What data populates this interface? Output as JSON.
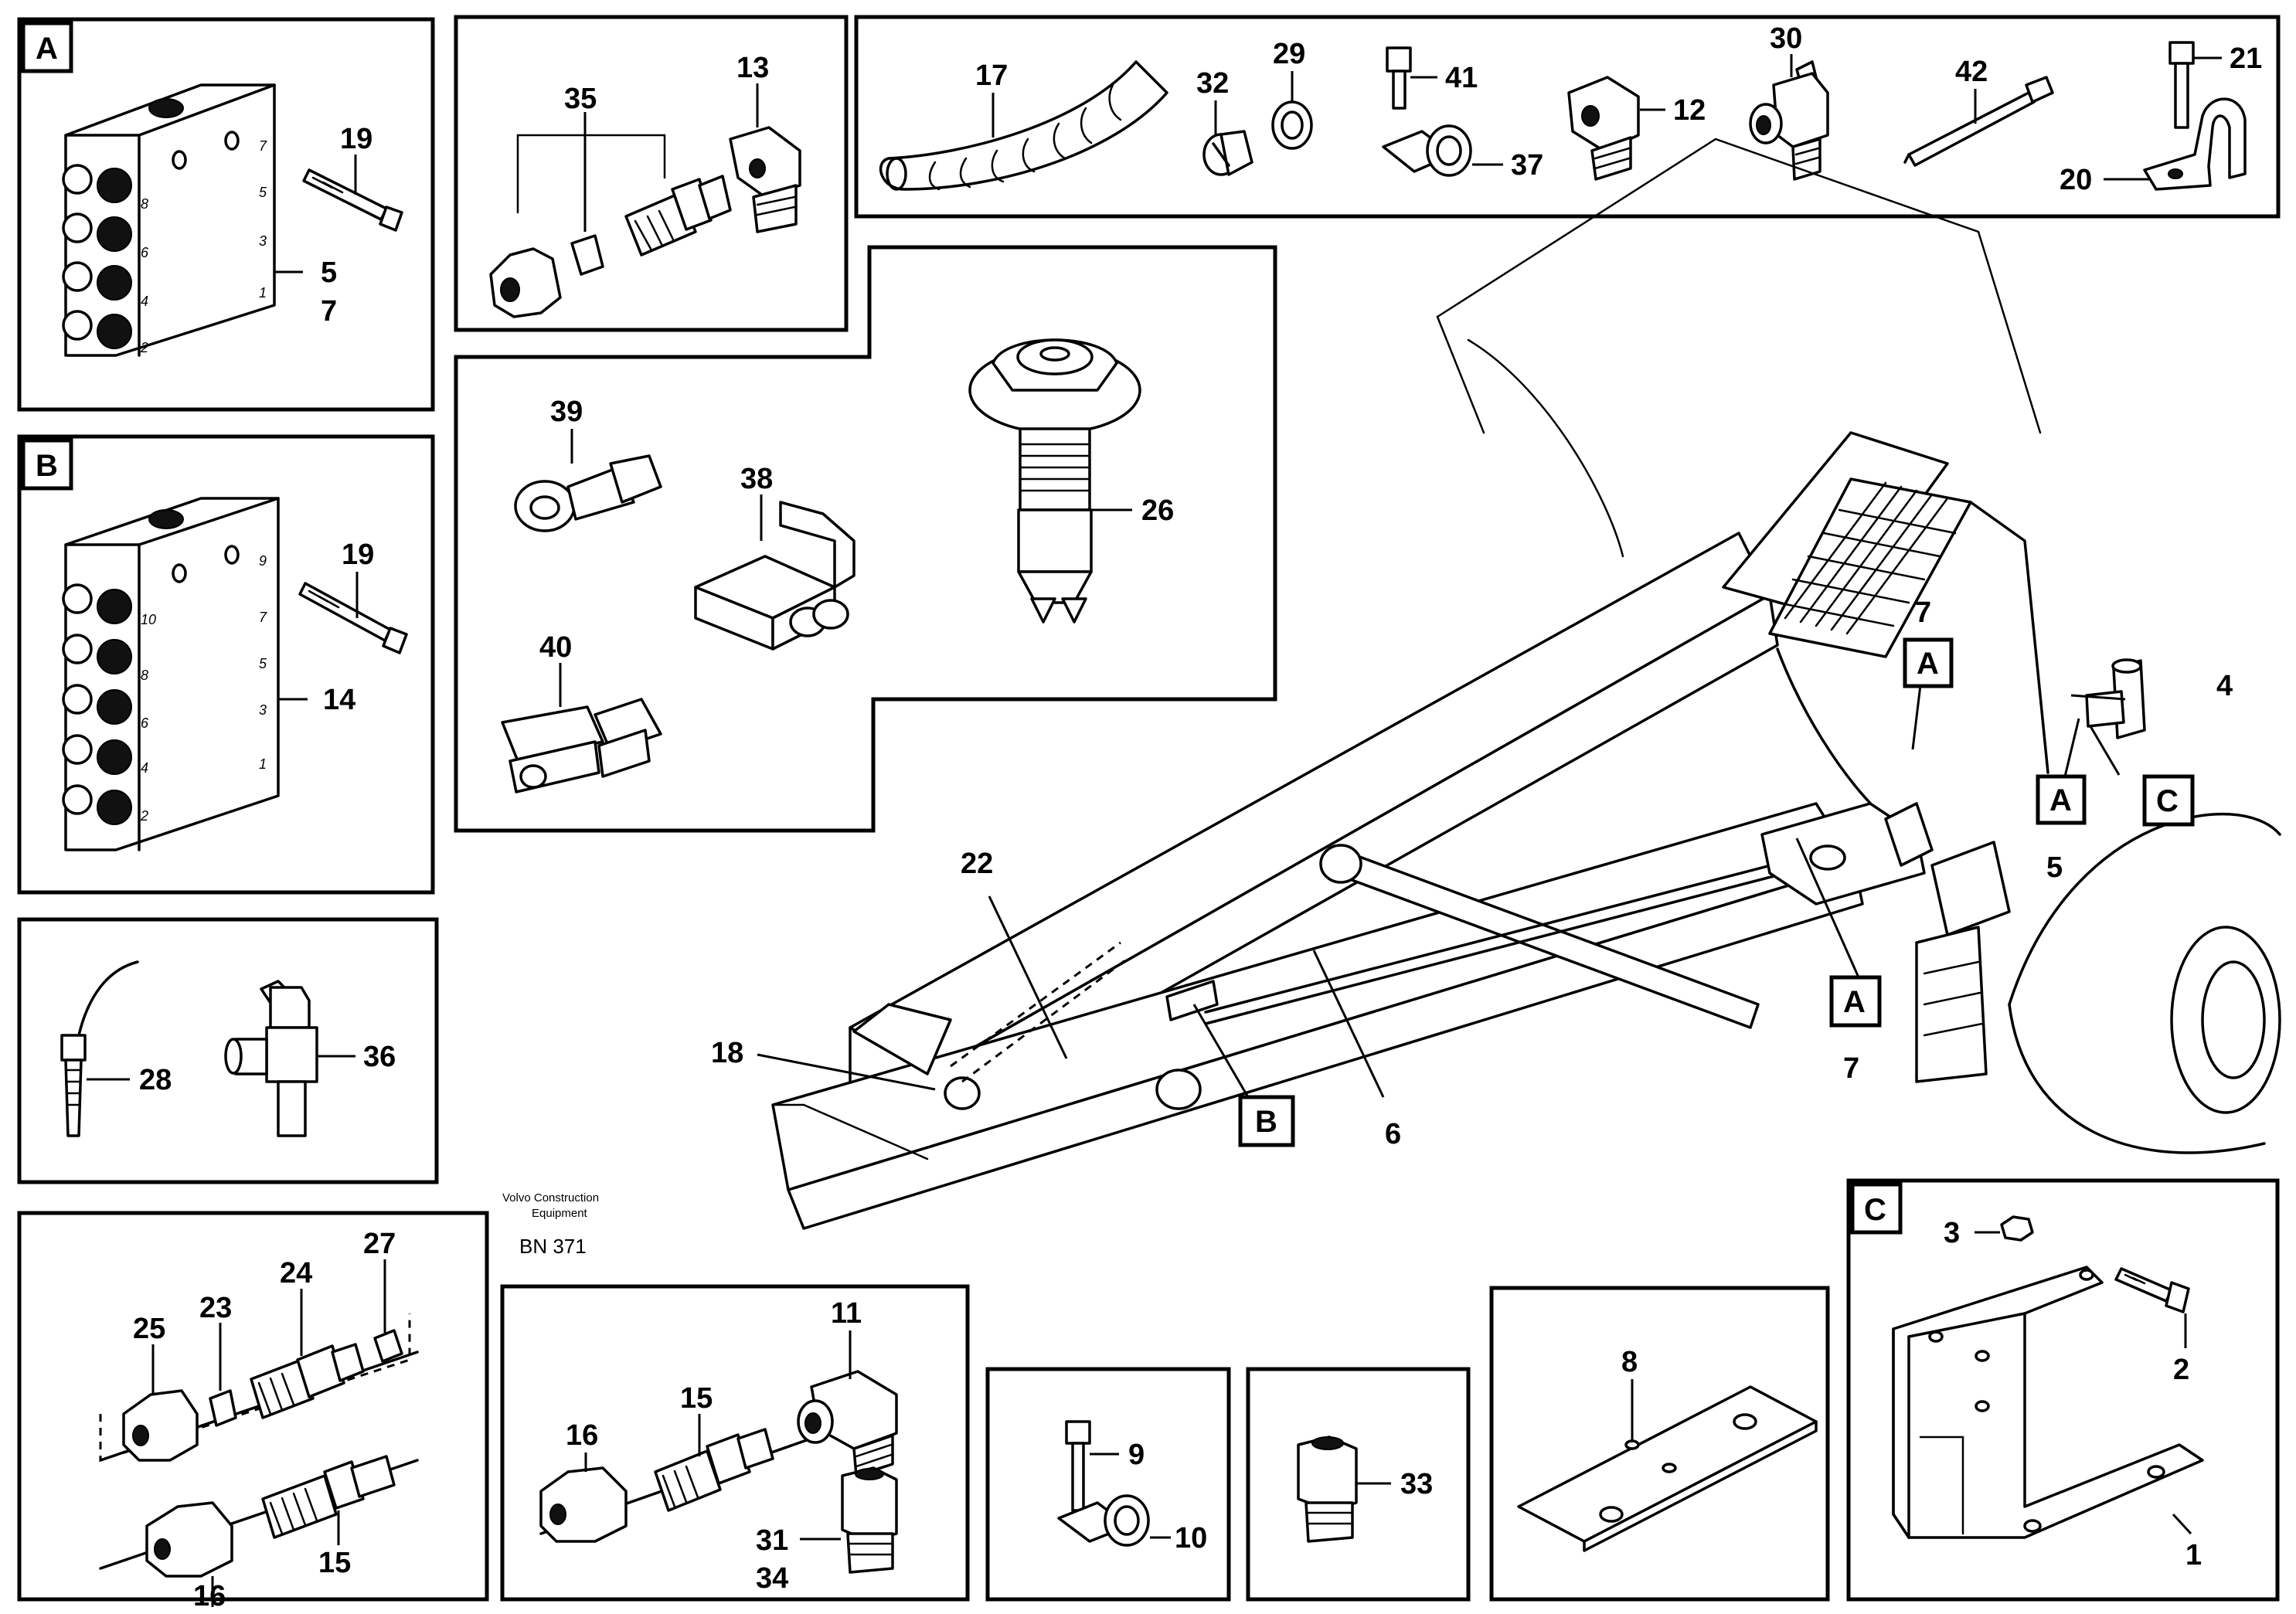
{
  "panel_letters": {
    "a": "A",
    "b": "B",
    "c": "C"
  },
  "callout_letters": {
    "a": "A",
    "b": "B",
    "c": "C"
  },
  "block_marks_a": [
    "8",
    "6",
    "4",
    "2",
    "7",
    "5",
    "3",
    "1"
  ],
  "block_marks_b": [
    "10",
    "8",
    "6",
    "4",
    "2",
    "9",
    "7",
    "5",
    "3",
    "1"
  ],
  "parts": {
    "p1": "1",
    "p2": "2",
    "p3": "3",
    "p4": "4",
    "p5": "5",
    "p6": "6",
    "p7": "7",
    "p8": "8",
    "p9": "9",
    "p10": "10",
    "p11": "11",
    "p12": "12",
    "p13": "13",
    "p14": "14",
    "p15": "15",
    "p16": "16",
    "p17": "17",
    "p18": "18",
    "p19": "19",
    "p20": "20",
    "p21": "21",
    "p22": "22",
    "p23": "23",
    "p24": "24",
    "p25": "25",
    "p26": "26",
    "p27": "27",
    "p28": "28",
    "p29": "29",
    "p30": "30",
    "p31": "31",
    "p32": "32",
    "p33": "33",
    "p34": "34",
    "p35": "35",
    "p36": "36",
    "p37": "37",
    "p38": "38",
    "p39": "39",
    "p40": "40",
    "p41": "41",
    "p42": "42"
  },
  "footer": {
    "maker_line1": "Volvo Construction",
    "maker_line2": "Equipment",
    "code": "BN 371"
  }
}
